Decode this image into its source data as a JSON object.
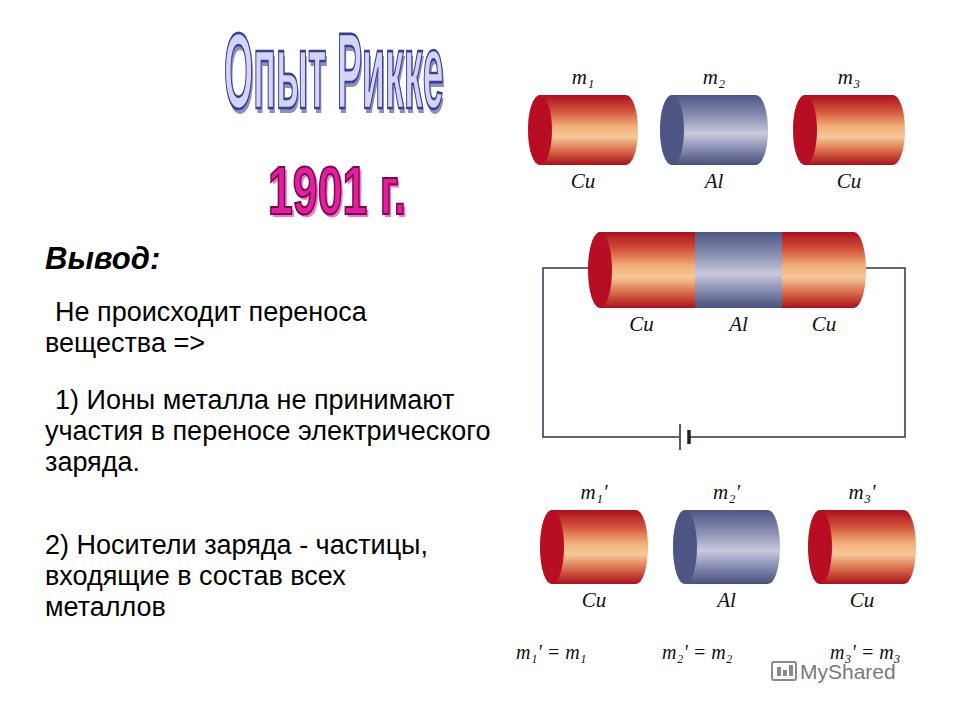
{
  "diagram": {
    "title": "Опыт Рикке",
    "nodes": [
      {
        "text": [
          "m₁",
          "Cu"
        ]
      },
      {
        "text": [
          "m₂",
          "Al"
        ]
      },
      {
        "text": [
          "m₃",
          "Cu"
        ]
      },
      {
        "text": [
          "Cu"
        ]
      },
      {
        "text": [
          "Al"
        ]
      },
      {
        "text": [
          "Cu"
        ]
      },
      {
        "text": [
          "m₁'",
          "Cu"
        ]
      },
      {
        "text": [
          "m₂'",
          "Al"
        ]
      },
      {
        "text": [
          "m₃'",
          "Cu"
        ]
      }
    ],
    "labels": [
      "1901 г.",
      "Вывод:",
      "Не происходит переноса вещества =>",
      "1) Ионы металла не принимают участия в переносе электрического заряда.",
      "2) Носители заряда - частицы, входящие в состав всех металлов",
      "m₁' = m₁",
      "m₂' = m₂",
      "m₃' = m₃",
      "MyShared"
    ]
  }
}
